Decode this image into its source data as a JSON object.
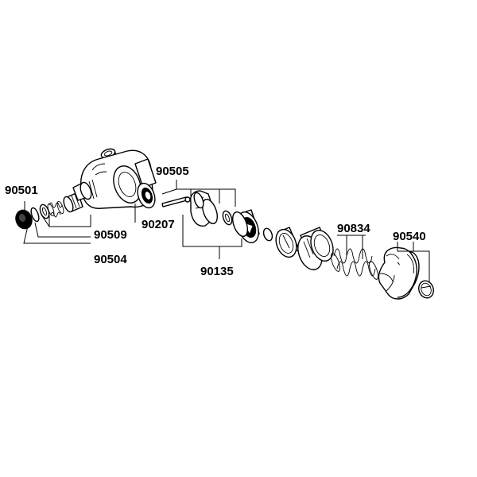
{
  "diagram": {
    "type": "exploded-parts-diagram",
    "part_numbers": {
      "p90501": "90501",
      "p90509": "90509",
      "p90504": "90504",
      "p90505": "90505",
      "p90207": "90207",
      "p90135": "90135",
      "p90834": "90834",
      "p90540": "90540"
    }
  }
}
